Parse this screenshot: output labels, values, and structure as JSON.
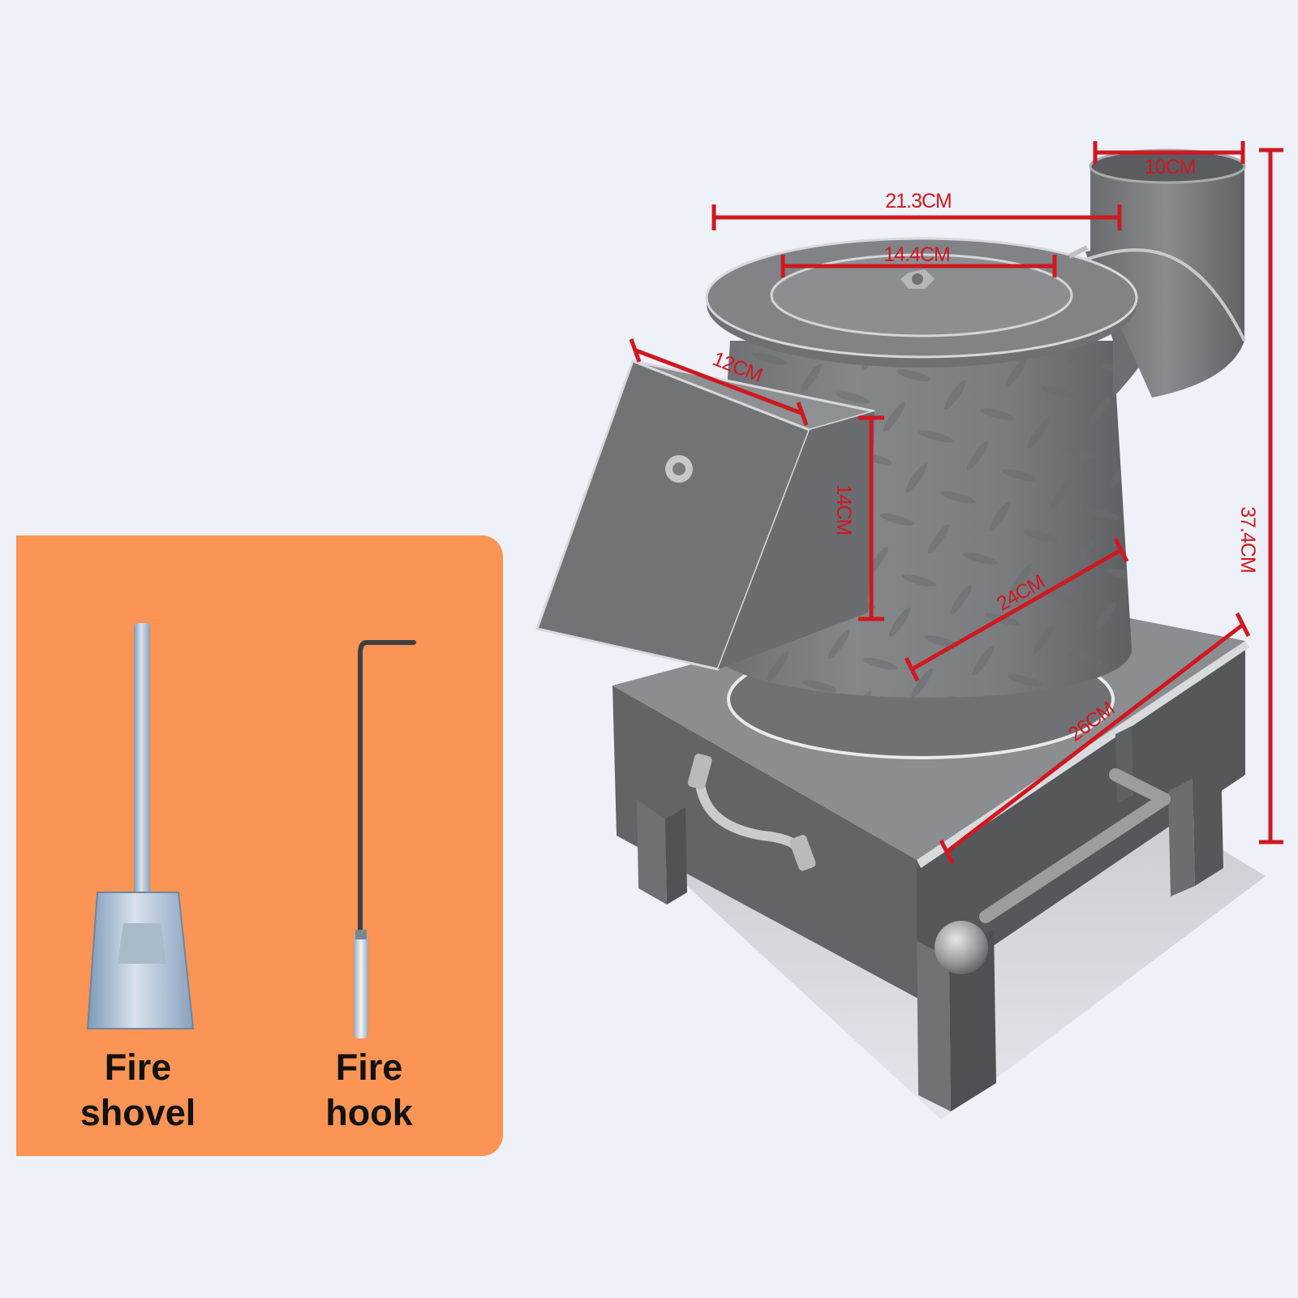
{
  "dimensions": {
    "chimney_diameter": "10CM",
    "height": "37.4CM",
    "top_width": "21.3CM",
    "lid_diameter": "14.4CM",
    "door_width": "12CM",
    "door_height": "14CM",
    "body_diameter": "24CM",
    "base_width": "26CM"
  },
  "accessories": [
    {
      "line1": "Fire",
      "line2": "shovel"
    },
    {
      "line1": "Fire",
      "line2": "hook"
    }
  ],
  "colors": {
    "background": "#eef1f8",
    "panel": "#fb9454",
    "stove_metal": "#77797d",
    "dimension_red": "#d01820"
  }
}
